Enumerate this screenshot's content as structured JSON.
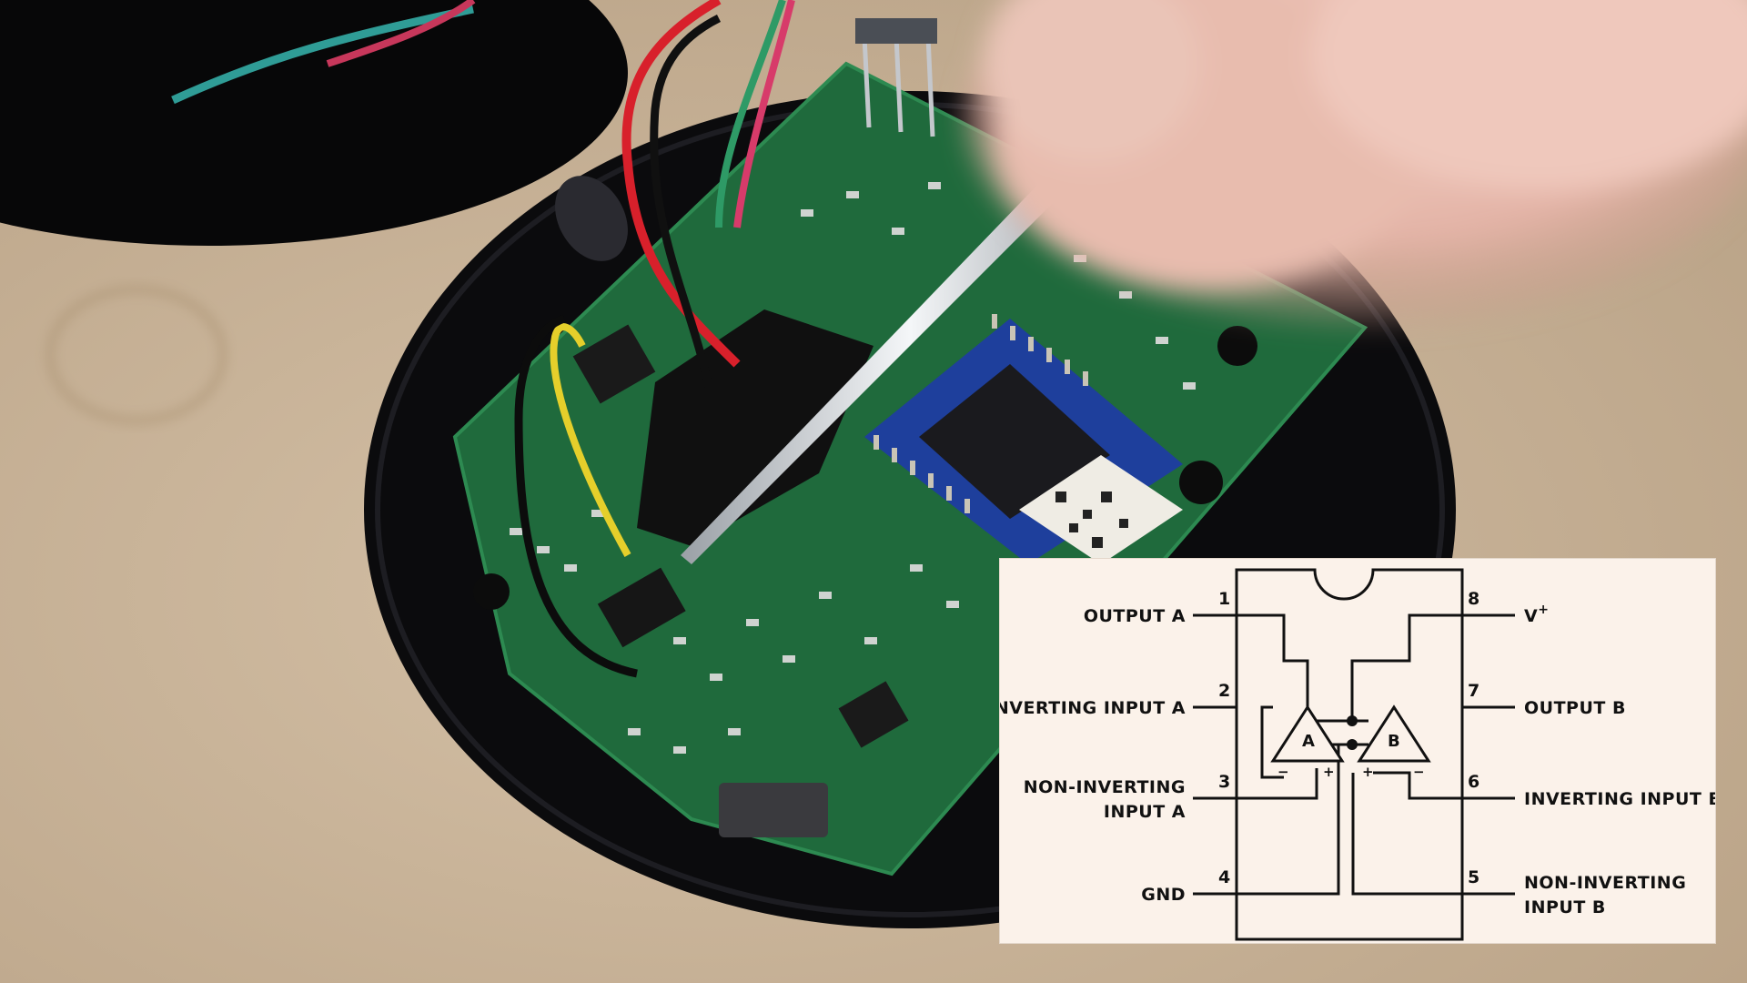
{
  "pinout": {
    "chip_labels": {
      "amp_a": "A",
      "amp_b": "B",
      "minus": "−",
      "plus": "+"
    },
    "pins": [
      {
        "number": "1",
        "label": [
          "OUTPUT A"
        ]
      },
      {
        "number": "2",
        "label": [
          "INVERTING INPUT A"
        ]
      },
      {
        "number": "3",
        "label": [
          "NON-INVERTING",
          "INPUT A"
        ]
      },
      {
        "number": "4",
        "label": [
          "GND"
        ]
      },
      {
        "number": "5",
        "label": [
          "NON-INVERTING",
          "INPUT B"
        ]
      },
      {
        "number": "6",
        "label": [
          "INVERTING INPUT B"
        ]
      },
      {
        "number": "7",
        "label": [
          "OUTPUT B"
        ]
      },
      {
        "number": "8",
        "label": [
          "V",
          "+"
        ]
      }
    ]
  },
  "colors": {
    "pcb": "#1f6a3c",
    "bt_module": "#1e3f9c",
    "case": "#0b0b0d",
    "tabletop": "#c9b49a",
    "panel_bg": "#fbf2ea"
  }
}
